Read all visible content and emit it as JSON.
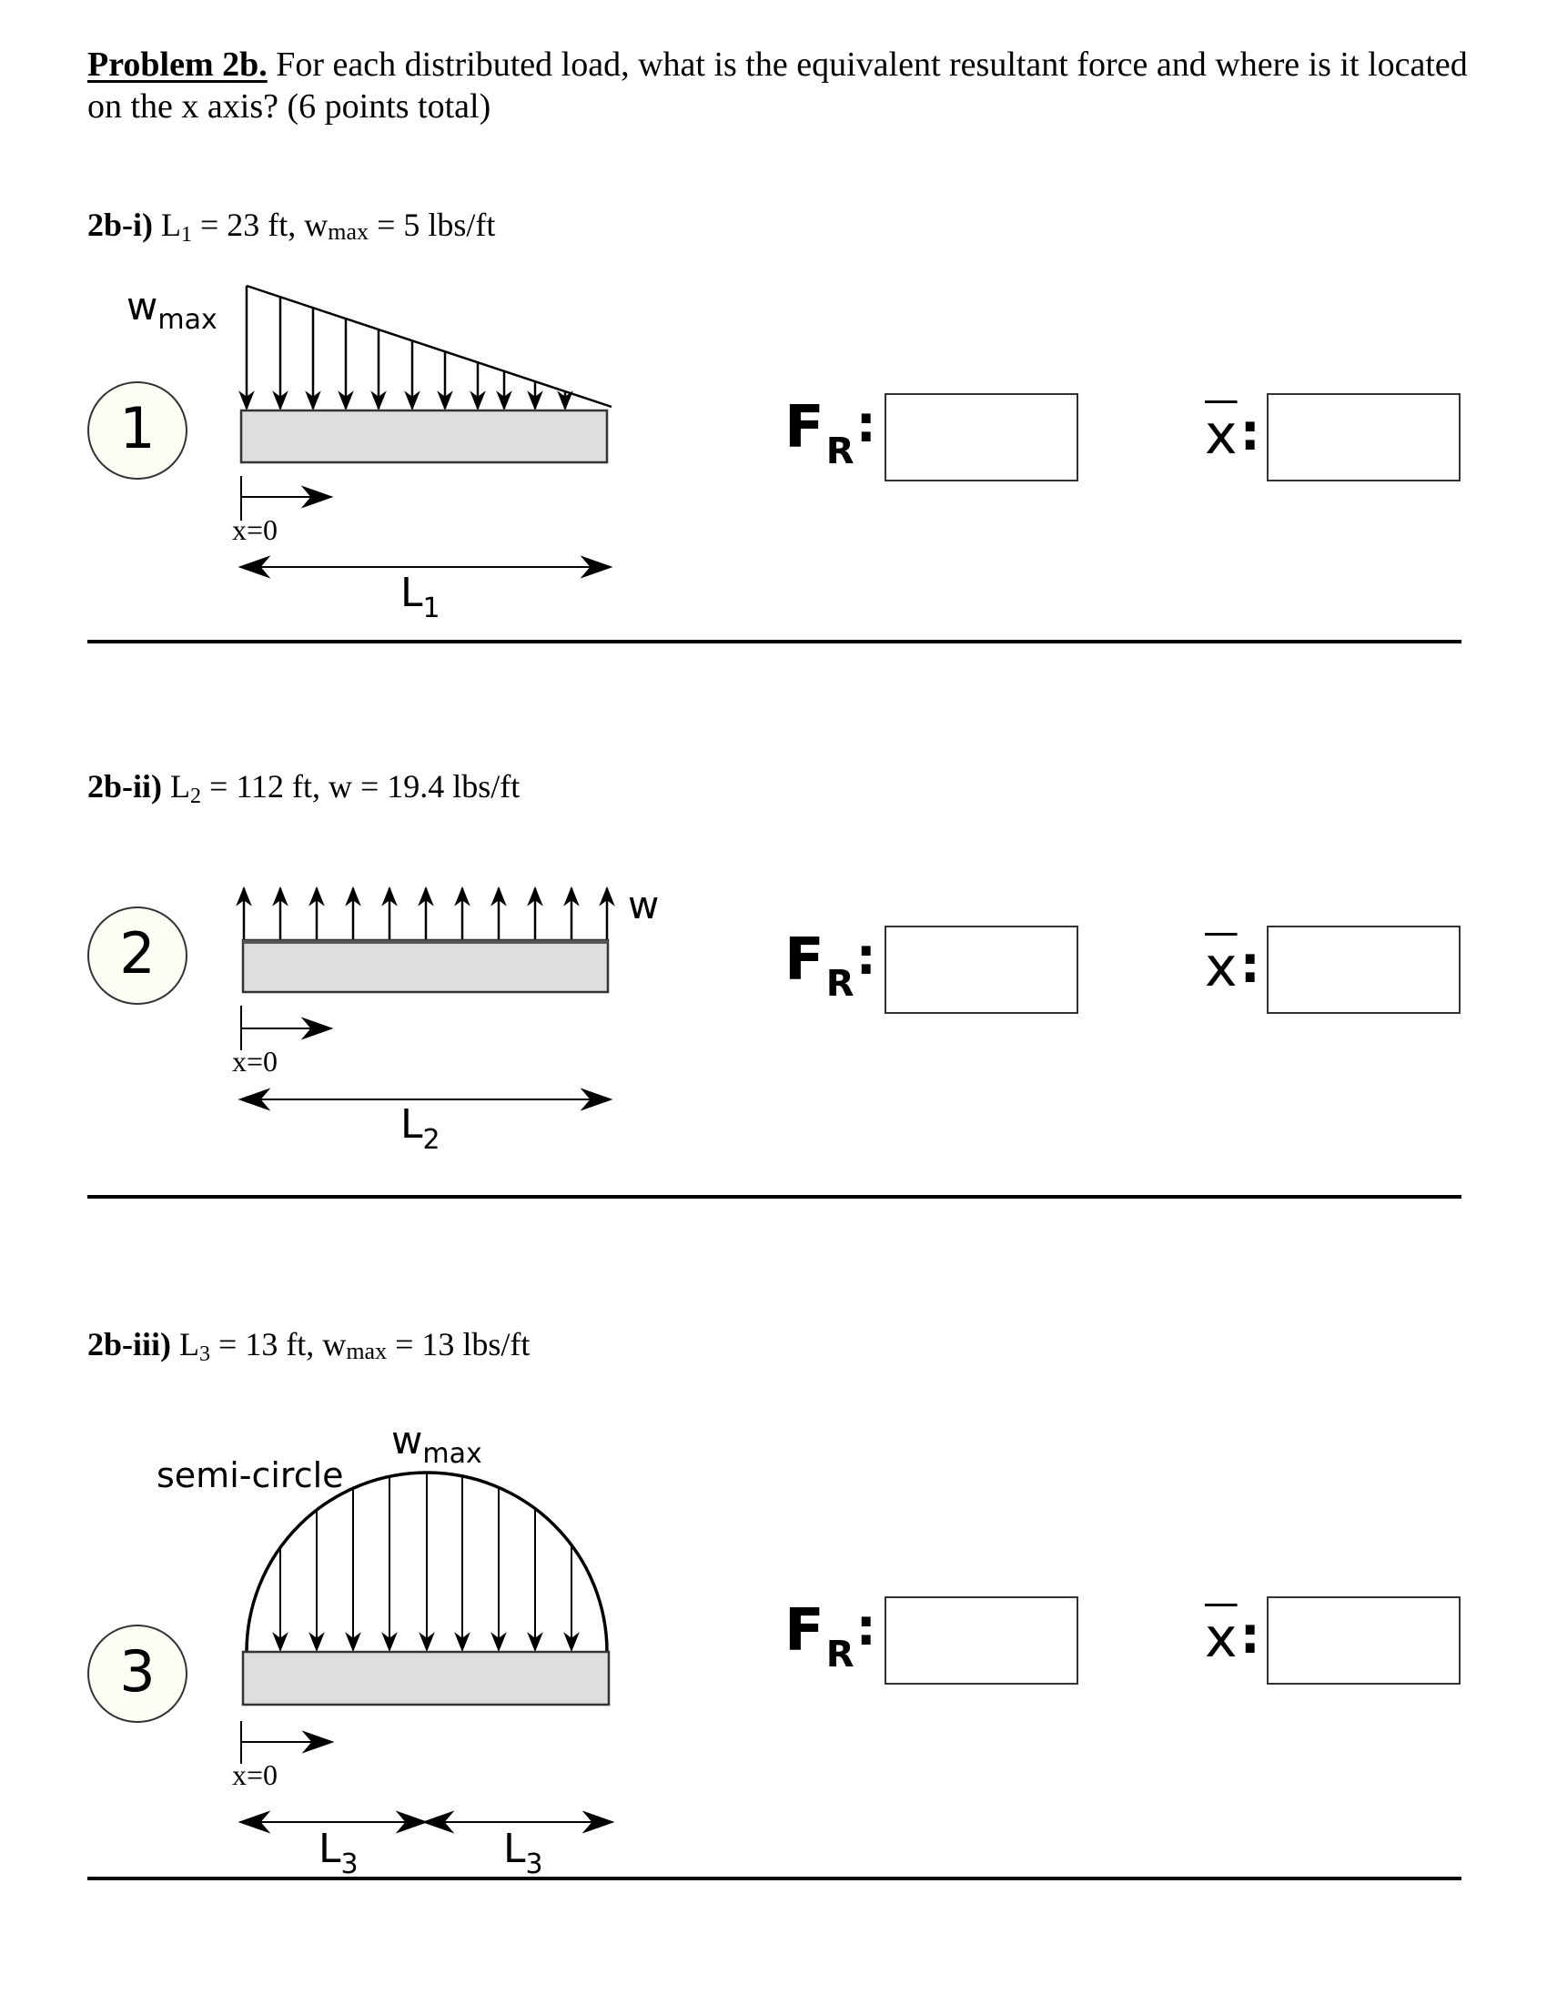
{
  "problem": {
    "label": "Problem 2b.",
    "prompt": "For each distributed load, what is the equivalent resultant force and where is it located on the x axis? (6 points total)"
  },
  "parts": [
    {
      "id": "2b-i",
      "heading_label": "2b-i)",
      "length_symbol": "L",
      "length_sub": "1",
      "length_value": "= 23 ft,",
      "load_symbol": "w",
      "load_sub": "max",
      "load_value": "= 5 lbs/ft",
      "diagram_number": "1",
      "load_type": "triangular",
      "load_label": "w",
      "load_label_sub": "max",
      "origin_label": "x=0",
      "dimension_labels": [
        {
          "main": "L",
          "sub": "1"
        }
      ],
      "fr_label": "F",
      "fr_sub": "R",
      "xbar_label": "x",
      "fr_value": "",
      "xbar_value": ""
    },
    {
      "id": "2b-ii",
      "heading_label": "2b-ii)",
      "length_symbol": "L",
      "length_sub": "2",
      "length_value": "= 112 ft,",
      "load_symbol": "w",
      "load_sub": "",
      "load_value": "= 19.4 lbs/ft",
      "diagram_number": "2",
      "load_type": "uniform-upward",
      "load_label": "w",
      "origin_label": "x=0",
      "dimension_labels": [
        {
          "main": "L",
          "sub": "2"
        }
      ],
      "fr_label": "F",
      "fr_sub": "R",
      "xbar_label": "x",
      "fr_value": "",
      "xbar_value": ""
    },
    {
      "id": "2b-iii",
      "heading_label": "2b-iii)",
      "length_symbol": "L",
      "length_sub": "3",
      "length_value": "= 13 ft,",
      "load_symbol": "w",
      "load_sub": "max",
      "load_value": "= 13 lbs/ft",
      "diagram_number": "3",
      "load_type": "semi-circle",
      "shape_label": "semi-circle",
      "load_label": "w",
      "load_label_sub": "max",
      "origin_label": "x=0",
      "dimension_labels": [
        {
          "main": "L",
          "sub": "3"
        },
        {
          "main": "L",
          "sub": "3"
        }
      ],
      "fr_label": "F",
      "fr_sub": "R",
      "xbar_label": "x",
      "fr_value": "",
      "xbar_value": ""
    }
  ],
  "colors": {
    "beam_fill": "#dedede",
    "beam_stroke": "#333333",
    "circle_fill": "#fdfdf5",
    "ink": "#000000"
  }
}
